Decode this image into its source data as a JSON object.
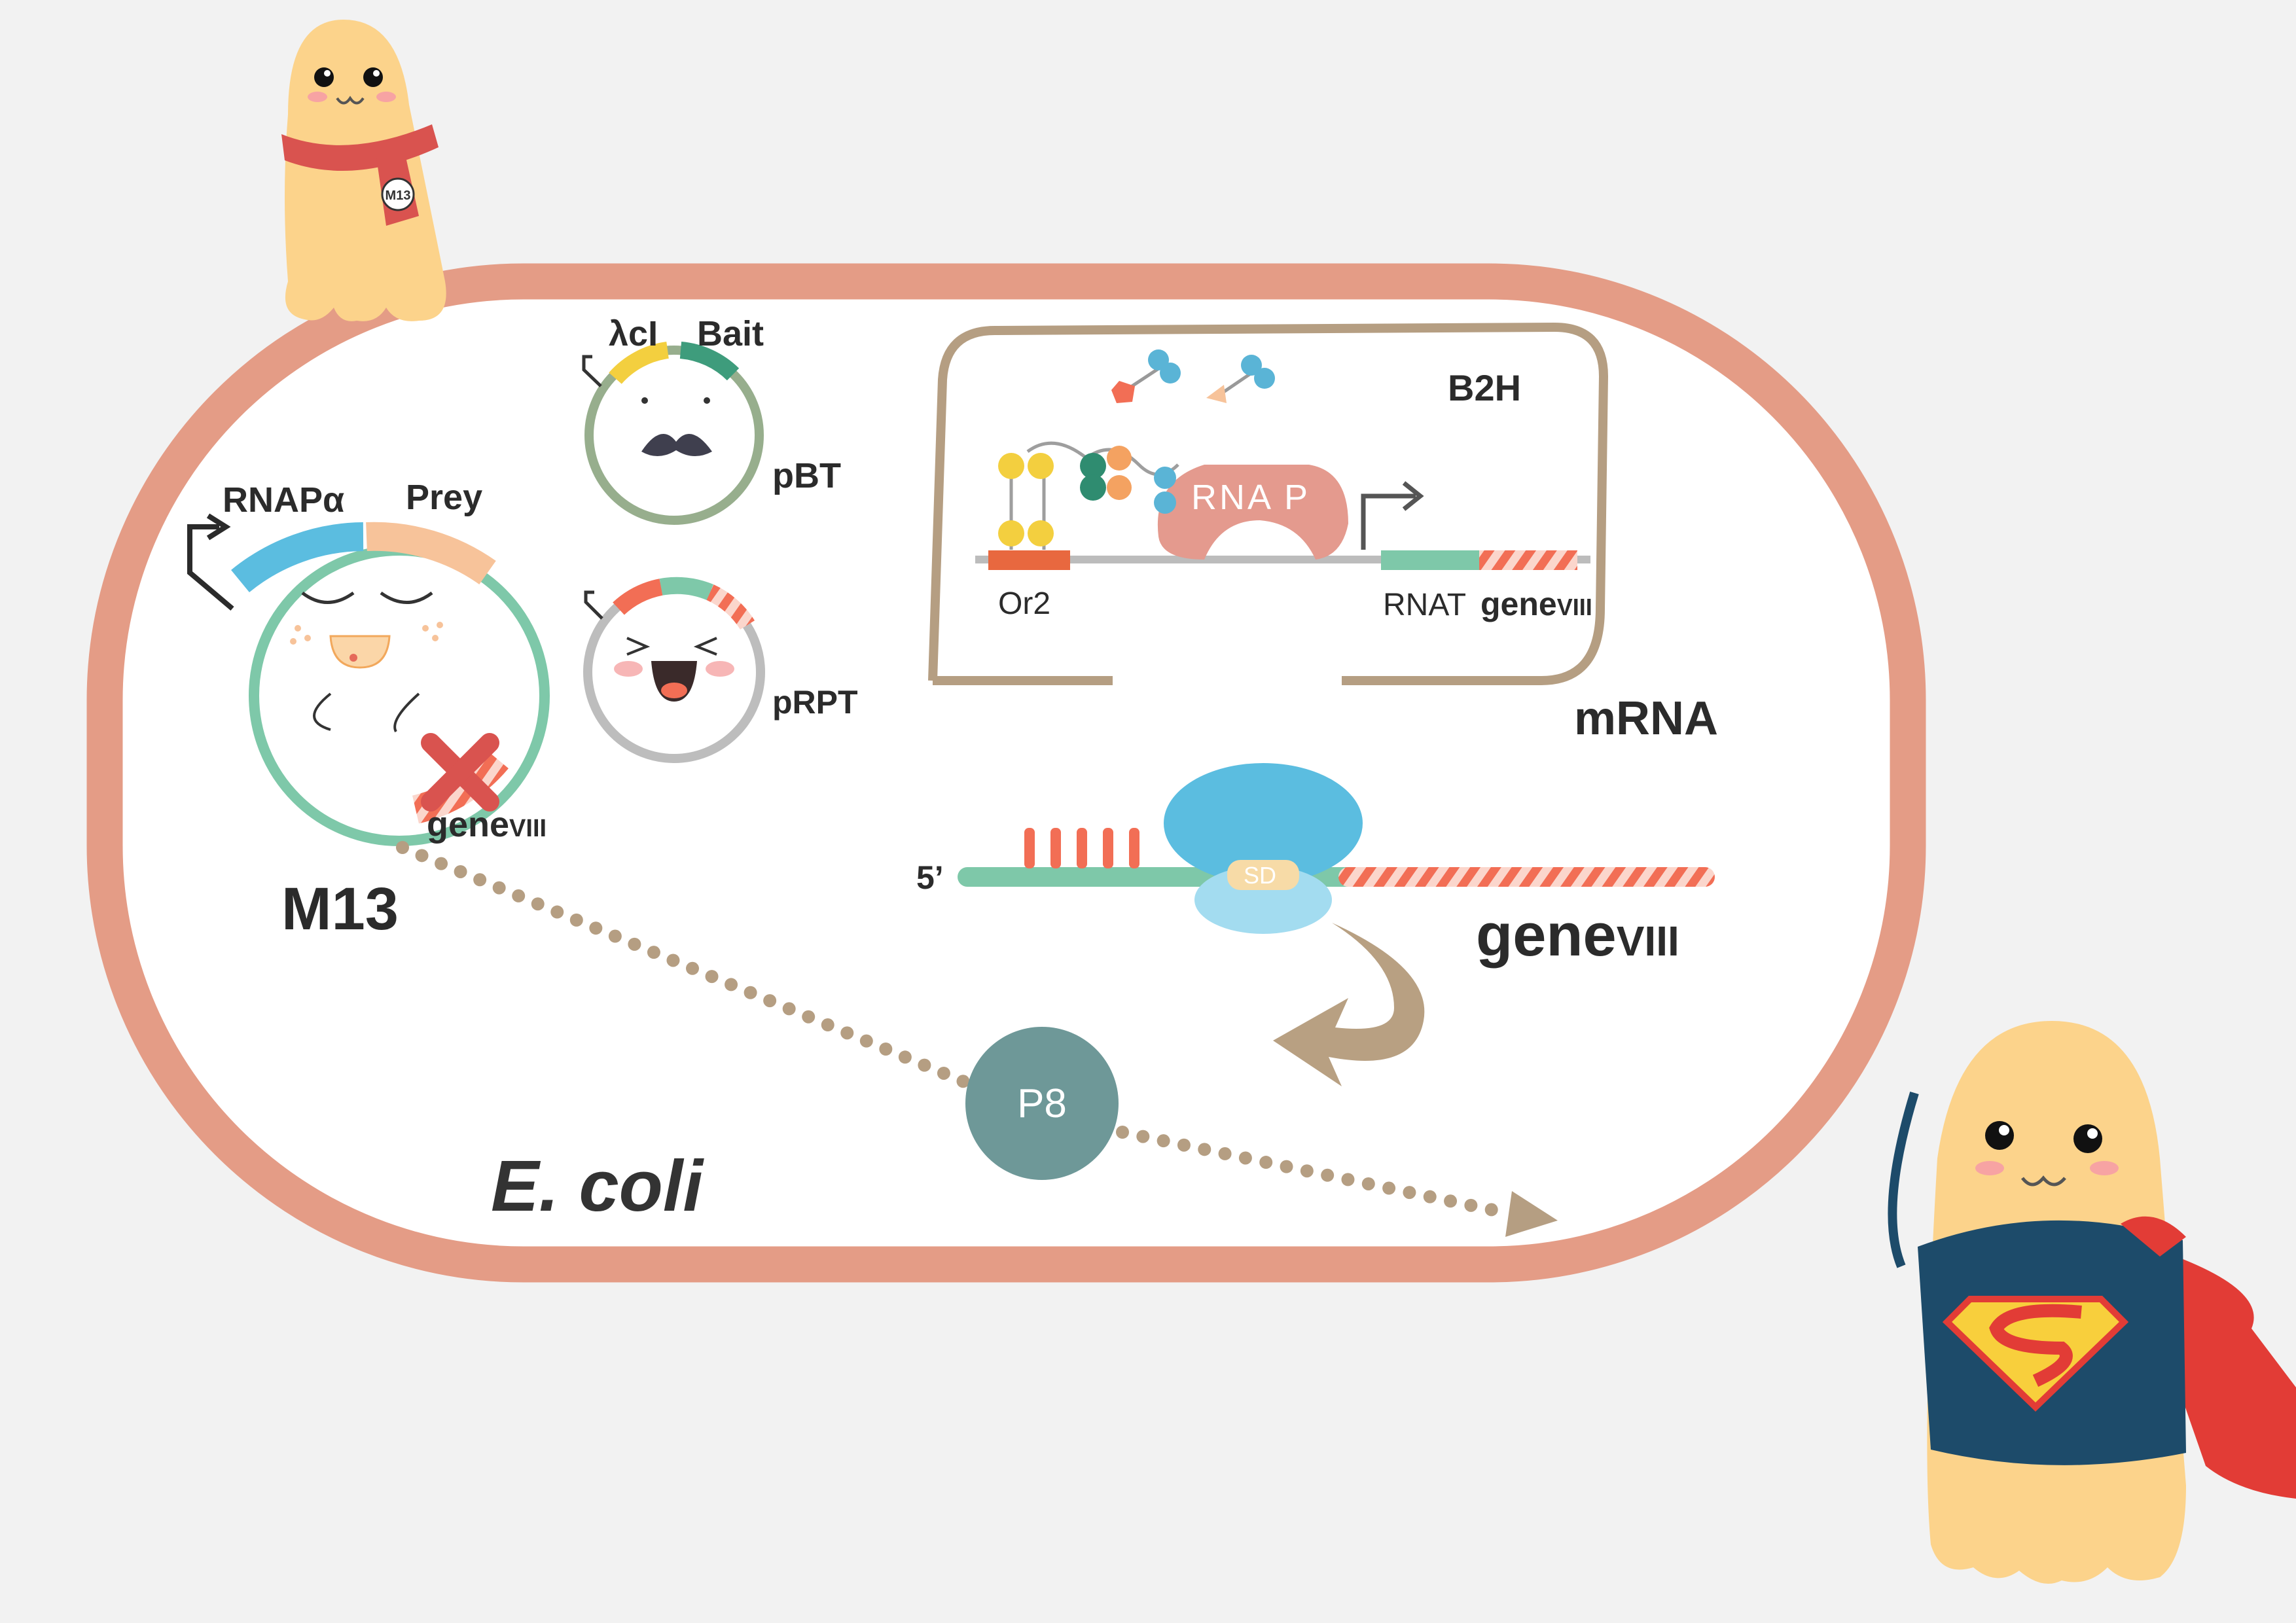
{
  "colors": {
    "background": "#f2f2f2",
    "cell_wall": "#e49c86",
    "box_border": "#b59e82",
    "teal": "#7ec8a9",
    "blue": "#5bbde0",
    "peach": "#f7c39a",
    "yellow": "#f3cf3f",
    "coral": "#f26e55",
    "mascot": "#fcd38b",
    "scarf": "#d9534f",
    "p8": "#6e9898",
    "arrow_brown": "#b8a082"
  },
  "m13_plasmid": {
    "label": "M13",
    "segment_labels": {
      "rnap": "RNAPα",
      "prey": "Prey",
      "gene_prefix": "gene",
      "gene_suffix": "VIII"
    }
  },
  "pbt_plasmid": {
    "label": "pBT",
    "segment_labels": {
      "lambda": "λcI",
      "bait": "Bait"
    }
  },
  "prpt_plasmid": {
    "label": "pRPT"
  },
  "b2h_box": {
    "title": "B2H",
    "rnap_label": "RNA P",
    "operator_label": "Or2",
    "rnat_label": "RNAT",
    "gene_prefix": "gene",
    "gene_suffix": "VIII"
  },
  "mrna_panel": {
    "mrna_label": "mRNA",
    "five_prime": "5’",
    "sd_label": "SD",
    "gene_prefix": "gene",
    "gene_suffix": "VIII"
  },
  "protein": {
    "label": "P8"
  },
  "cell_label": "E. coli",
  "mascot_badge": "M13"
}
